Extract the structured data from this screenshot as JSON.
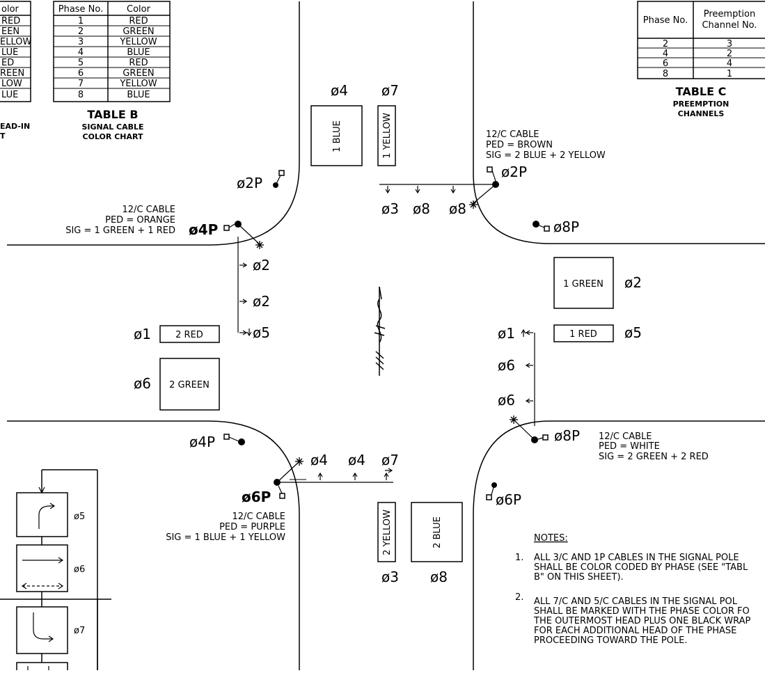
{
  "table_a": {
    "header": "olor",
    "rows": [
      "RED",
      "EEN",
      "ELLOW",
      "LUE",
      "ED",
      "REEN",
      "LOW",
      "LUE"
    ],
    "caption": [
      "EAD-IN",
      "T"
    ]
  },
  "table_b": {
    "headers": [
      "Phase No.",
      "Color"
    ],
    "rows": [
      [
        "1",
        "RED"
      ],
      [
        "2",
        "GREEN"
      ],
      [
        "3",
        "YELLOW"
      ],
      [
        "4",
        "BLUE"
      ],
      [
        "5",
        "RED"
      ],
      [
        "6",
        "GREEN"
      ],
      [
        "7",
        "YELLOW"
      ],
      [
        "8",
        "BLUE"
      ]
    ],
    "title": "TABLE B",
    "subtitle": [
      "SIGNAL CABLE",
      "COLOR CHART"
    ]
  },
  "table_c": {
    "headers": [
      "Phase No.",
      "Preemption",
      "Channel No."
    ],
    "rows": [
      [
        "2",
        "3"
      ],
      [
        "4",
        "2"
      ],
      [
        "6",
        "4"
      ],
      [
        "8",
        "1"
      ]
    ],
    "title": "TABLE C",
    "subtitle": [
      "PREEMPTION",
      "CHANNELS"
    ]
  },
  "heads": {
    "blue1": "1 BLUE",
    "yellow1": "1 YELLOW",
    "green1": "1 GREEN",
    "red1": "1 RED",
    "red2": "2 RED",
    "green2": "2 GREEN",
    "yellow2": "2 YELLOW",
    "blue2": "2 BLUE"
  },
  "phases": {
    "p4_top": "ø4",
    "p7_top": "ø7",
    "p2_right": "ø2",
    "p5_right": "ø5",
    "p1_left": "ø1",
    "p6_left": "ø6",
    "p3_bot": "ø3",
    "p8_bot": "ø8",
    "n_p3": "ø3",
    "n_p8a": "ø8",
    "n_p8b": "ø8",
    "w_p2a": "ø2",
    "w_p2b": "ø2",
    "w_p5": "ø5",
    "e_p1": "ø1",
    "e_p6a": "ø6",
    "e_p6b": "ø6",
    "s_p4a": "ø4",
    "s_p4b": "ø4",
    "s_p7": "ø7"
  },
  "peds": {
    "ne_2p": "ø2P",
    "ne_8p": "ø8P",
    "nw_2p": "ø2P",
    "nw_4p": "ø4P",
    "sw_4p": "ø4P",
    "sw_6p": "ø6P",
    "se_8p": "ø8P",
    "se_6p": "ø6P"
  },
  "cables": {
    "ne": [
      "12/C CABLE",
      "PED = BROWN",
      "SIG = 2 BLUE + 2 YELLOW"
    ],
    "nw": [
      "12/C CABLE",
      "PED = ORANGE",
      "SIG = 1 GREEN + 1 RED"
    ],
    "se": [
      "12/C CABLE",
      "PED = WHITE",
      "SIG = 2 GREEN + 2 RED"
    ],
    "sw": [
      "12/C CABLE",
      "PED = PURPLE",
      "SIG = 1 BLUE + 1 YELLOW"
    ]
  },
  "legend": {
    "p5": "ø5",
    "p6": "ø6",
    "p7": "ø7"
  },
  "notes": {
    "title": "NOTES:",
    "n1_num": "1.",
    "n1": [
      "ALL 3/C AND 1P CABLES IN THE SIGNAL POLE",
      "SHALL BE COLOR CODED BY PHASE (SEE \"TABL",
      "B\" ON THIS SHEET)."
    ],
    "n2_num": "2.",
    "n2": [
      "ALL 7/C AND 5/C CABLES IN THE SIGNAL POL",
      "SHALL BE MARKED WITH THE PHASE COLOR FO",
      "THE OUTERMOST HEAD PLUS ONE BLACK WRAP",
      "FOR EACH ADDITIONAL HEAD OF THE PHASE",
      "PROCEEDING TOWARD THE POLE."
    ]
  }
}
